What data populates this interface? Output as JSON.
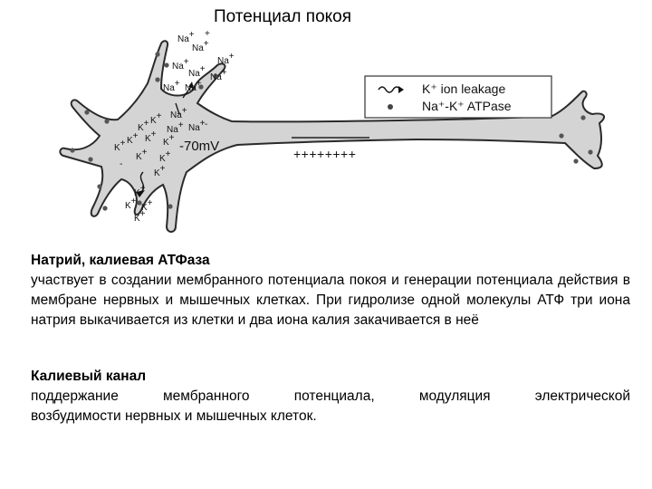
{
  "title": "Потенциал покоя",
  "diagram": {
    "ion_labels": {
      "na": "Na",
      "k": "K",
      "plus": "+",
      "neg_charge": "-",
      "voltage": "-70mV",
      "membrane_charges": "++++++++"
    },
    "legend": {
      "leak": "K⁺ ion leakage",
      "pump": "Na⁺-K⁺ ATPase"
    },
    "colors": {
      "cell_fill": "#d4d4d4",
      "cell_stroke": "#2a2a2a",
      "channel_dot": "#555555"
    }
  },
  "section1": {
    "heading": "Натрий, калиевая АТФаза",
    "body": "участвует в создании мембранного потенциала покоя и генерации потенциала действия в мембране нервных и мышечных клетках. При гидролизе одной молекулы АТФ три иона натрия выкачивается из клетки и два иона калия закачивается в неё"
  },
  "section2": {
    "heading": "Калиевый канал",
    "line1": "поддержание мембранного потенциала, модуляция электрической",
    "line2": "возбудимости нервных и мышечных клеток."
  }
}
